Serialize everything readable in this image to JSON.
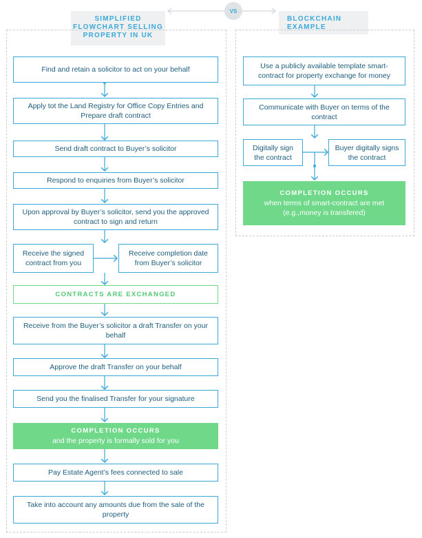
{
  "header": {
    "left_title": "SIMPLIFIED\nFLOWCHART SELLING\nPROPERTY IN UK",
    "vs": "VS",
    "right_title": "BLOCKCHAIN\nEXAMPLE"
  },
  "left_steps": {
    "s1": "Find and retain a solicitor to act on your behalf",
    "s2": "Apply tot the Land Registry for Office Copy Entries and Prepare draft contract",
    "s3": "Send draft contract to Buyer’s solicitor",
    "s4": "Respond to enquiries from Buyer’s solicitor",
    "s5": "Upon approval by Buyer’s solicitor, send you the approved contract to sign and return",
    "s6a": "Receive the signed contract from you",
    "s6b": "Receive completion date from Buyer’s solicitor",
    "s7": "CONTRACTS ARE EXCHANGED",
    "s8": "Receive from the Buyer’s solicitor a draft Transfer on your behalf",
    "s9": "Approve the draft Transfer on your behalf",
    "s10": "Send you the finalised Transfer for your signature",
    "s11_heading": "COMPLETION OCCURS",
    "s11_text": "and the property is formally sold for you",
    "s12": "Pay Estate Agent’s fees connected to sale",
    "s13": "Take into account any amounts due from the sale of the property"
  },
  "right_steps": {
    "r1": "Use a publicly available template smart-contract for property exchange for money",
    "r2": "Communicate with Buyer on terms of the contract",
    "r3a": "Digitally sign the contract",
    "r3b": "Buyer digitally signs the contract",
    "r4_heading": "COMPLETION OCCURS",
    "r4_text": "when terms of smart-contract are met (e.g.,money is transfered)"
  },
  "colors": {
    "accent": "#3aa8d8",
    "green": "#6fd889",
    "header_bg": "#eef0f2",
    "text": "#1d5d7c"
  }
}
